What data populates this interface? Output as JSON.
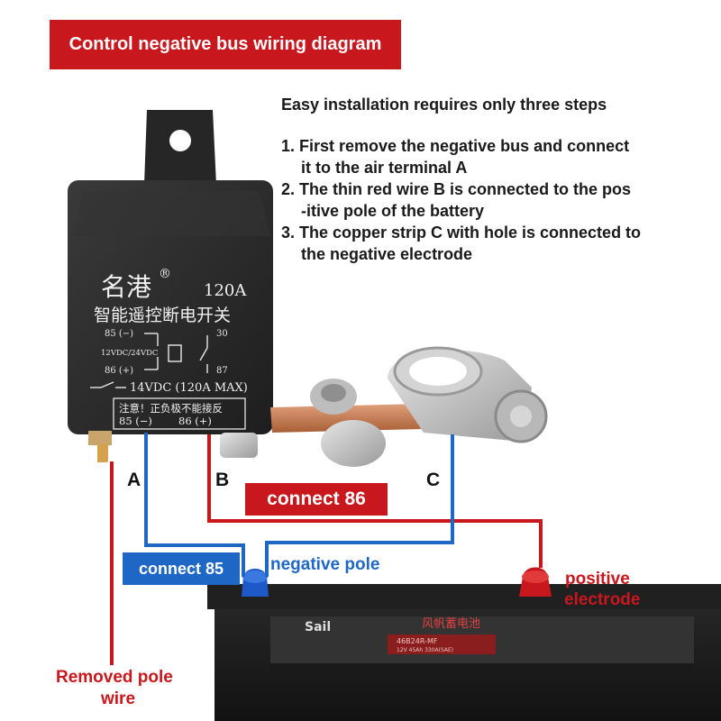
{
  "title": "Control negative bus wiring diagram",
  "steps": {
    "intro": "Easy installation requires only three steps",
    "items": [
      {
        "line1": "1. First remove the negative bus and connect",
        "line2": "it to the air terminal A"
      },
      {
        "line1": "2. The thin red wire B is connected to the pos",
        "line2": "-itive pole of the battery"
      },
      {
        "line1": "3. The copper strip C with hole is connected to",
        "line2": "the negative electrode"
      }
    ]
  },
  "relay": {
    "brand": "名港",
    "reg": "®",
    "rating": "120A",
    "subtitle": "智能遥控断电开关",
    "pin85": "85 (−)",
    "pin86": "86 (+)",
    "pin30": "30",
    "pin87": "87",
    "coil_voltage": "12VDC/24VDC",
    "contact_rating": "14VDC (120A MAX)",
    "warning": "注意！正负极不能接反",
    "bottom_85": "85 (−)",
    "bottom_86": "86 (+)"
  },
  "battery": {
    "brand": "Sail",
    "brand_cn": "风帆蓄电池",
    "model": "46B24R-MF",
    "spec": "12V 45Ah 330A(SAE)"
  },
  "labels": {
    "a": "A",
    "b": "B",
    "c": "C",
    "connect86": "connect 86",
    "connect85": "connect 85",
    "negative_pole": "negative pole",
    "positive_electrode_1": "positive",
    "positive_electrode_2": "electrode",
    "removed_1": "Removed pole",
    "removed_2": "wire"
  },
  "colors": {
    "red": "#c8171d",
    "blue": "#1f67c4",
    "relay_body": "#2b2b2b",
    "battery_body": "#1c1c1c",
    "copper": "#c87a4d"
  }
}
